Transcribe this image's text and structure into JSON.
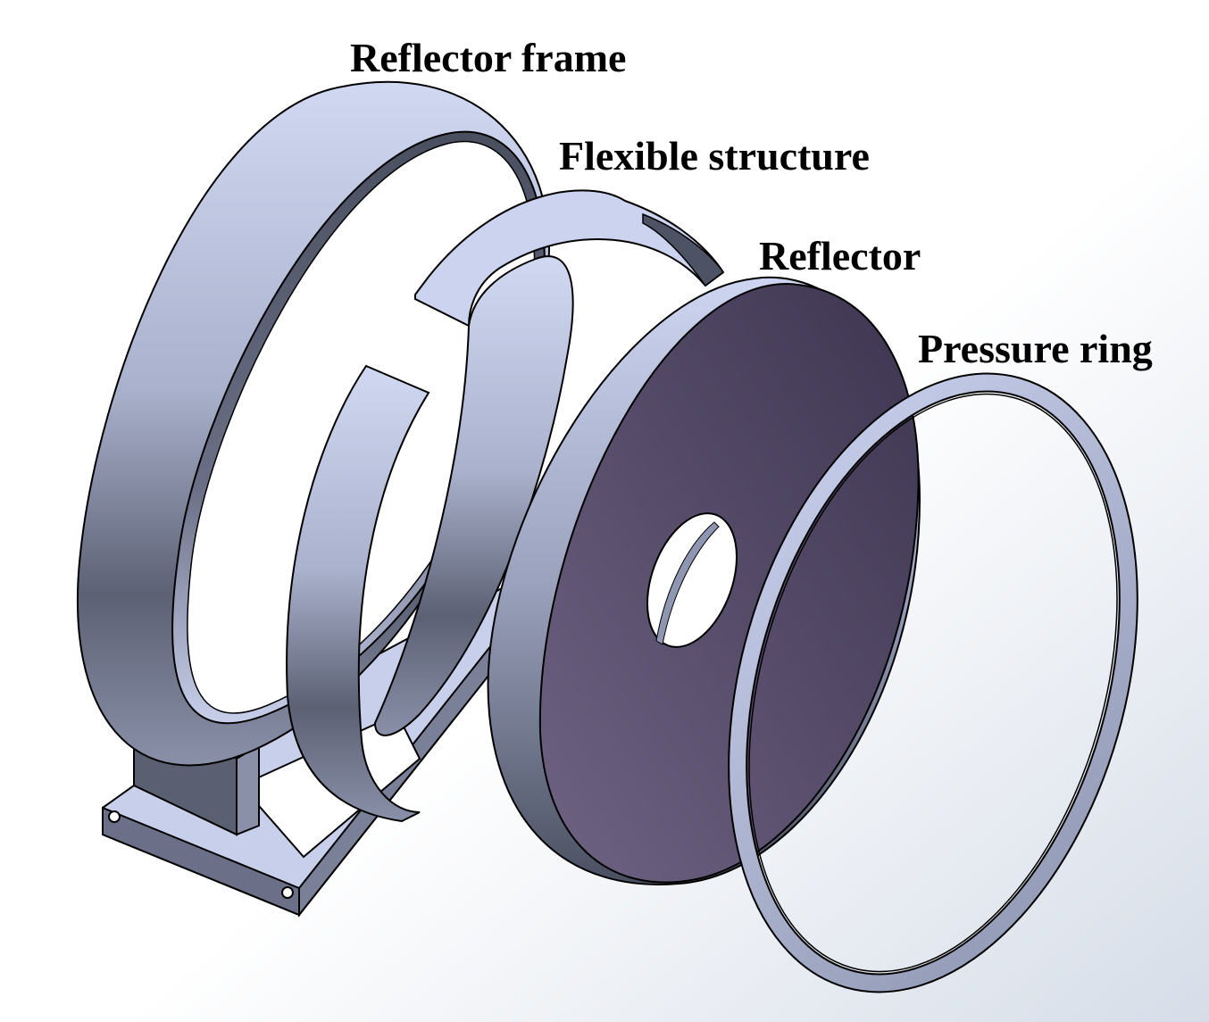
{
  "labels": {
    "reflector_frame": "Reflector frame",
    "flexible_structure": "Flexible structure",
    "reflector": "Reflector",
    "pressure_ring": "Pressure ring"
  },
  "colors": {
    "background_light": "#ffffff",
    "background_dark": "#d9dfe9",
    "metal_light": "#cdd6f0",
    "metal_mid": "#9aa1bb",
    "metal_dark": "#4b5061",
    "reflector_face_light": "#6c607c",
    "reflector_face_dark": "#3f3850",
    "outline": "#000000"
  }
}
